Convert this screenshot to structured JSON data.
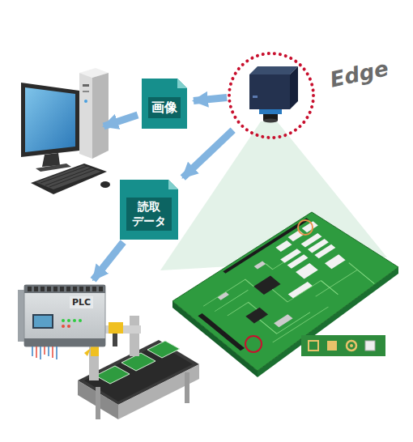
{
  "diagram": {
    "nodes": [
      {
        "text": [
          "Edge"
        ]
      },
      {
        "text": [
          "画像"
        ]
      },
      {
        "text": [
          "読取 データ"
        ]
      },
      {
        "text": [
          "PLC"
        ]
      }
    ],
    "edges": [
      {
        "from": 0,
        "to": 1,
        "arrow": "to"
      },
      {
        "from": 0,
        "to": 2,
        "arrow": "to"
      },
      {
        "from": 2,
        "to": 3,
        "arrow": "to"
      }
    ]
  }
}
